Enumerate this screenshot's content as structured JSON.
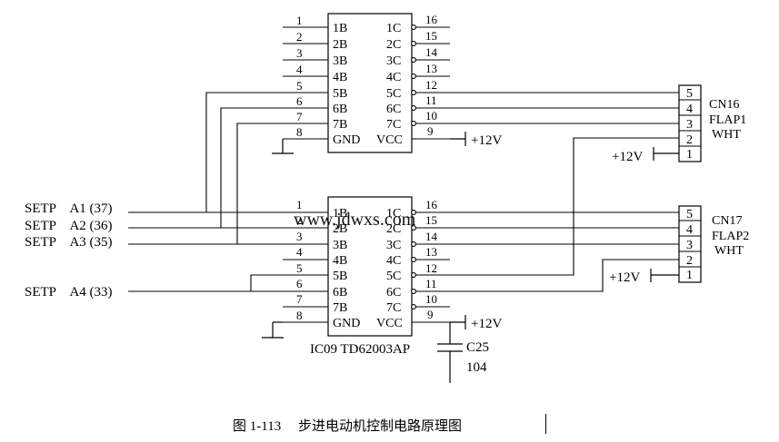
{
  "figure": {
    "caption": "图 1-113　 步进电动机控制电路原理图"
  },
  "ic": {
    "pins_left": [
      {
        "num": "1",
        "label": "1B"
      },
      {
        "num": "2",
        "label": "2B"
      },
      {
        "num": "3",
        "label": "3B"
      },
      {
        "num": "4",
        "label": "4B"
      },
      {
        "num": "5",
        "label": "5B"
      },
      {
        "num": "6",
        "label": "6B"
      },
      {
        "num": "7",
        "label": "7B"
      },
      {
        "num": "8",
        "label": "GND"
      }
    ],
    "pins_right": [
      {
        "num": "16",
        "label": "1C"
      },
      {
        "num": "15",
        "label": "2C"
      },
      {
        "num": "14",
        "label": "3C"
      },
      {
        "num": "13",
        "label": "4C"
      },
      {
        "num": "12",
        "label": "5C"
      },
      {
        "num": "11",
        "label": "6C"
      },
      {
        "num": "10",
        "label": "7C"
      },
      {
        "num": "9",
        "label": "VCC"
      }
    ],
    "upper_vcc_label": "+12V",
    "lower_vcc_label": "+12V",
    "name_label": "IC09 TD62003AP"
  },
  "capacitor": {
    "name": "C25",
    "value": "104"
  },
  "connectors": [
    {
      "name": "CN16",
      "line2": "FLAP1",
      "line3": "WHT",
      "pins": [
        "5",
        "4",
        "3",
        "2",
        "1"
      ],
      "supply_label": "+12V"
    },
    {
      "name": "CN17",
      "line2": "FLAP2",
      "line3": "WHT",
      "pins": [
        "5",
        "4",
        "3",
        "2",
        "1"
      ],
      "supply_label": "+12V"
    }
  ],
  "signals": [
    {
      "label": "SETP　A1 (37)"
    },
    {
      "label": "SETP　A2 (36)"
    },
    {
      "label": "SETP　A3 (35)"
    },
    {
      "label": "SETP　A4 (33)"
    }
  ],
  "watermark": "www.jdwxs.com"
}
